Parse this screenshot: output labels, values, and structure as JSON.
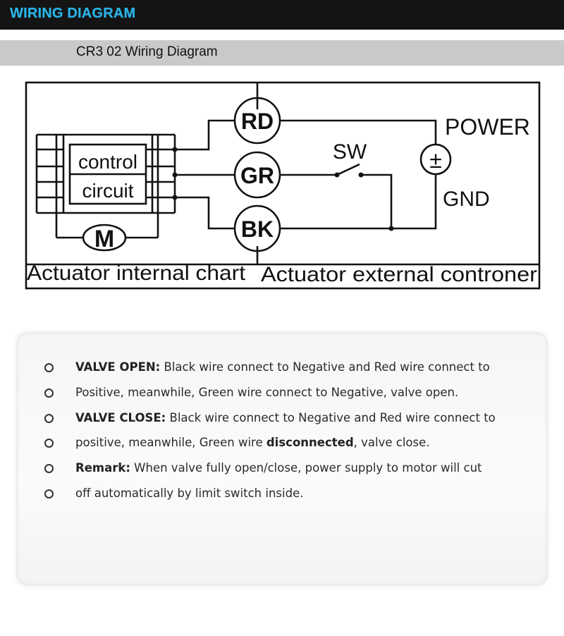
{
  "header": {
    "title": "WIRING DIAGRAM"
  },
  "subheader": {
    "title": "CR3 02 Wiring Diagram"
  },
  "diagram": {
    "terminals": {
      "red": "RD",
      "green": "GR",
      "black": "BK"
    },
    "block_label_line1": "control",
    "block_label_line2": "circuit",
    "motor": "M",
    "switch": "SW",
    "power_label": "POWER",
    "ground_label": "GND",
    "source_symbol": "±",
    "internal_caption": "Actuator internal chart",
    "external_caption": "Actuator external controner"
  },
  "notes": [
    {
      "bold": "VALVE OPEN:",
      "text": " Black wire connect to Negative and Red wire connect to"
    },
    {
      "bold": "",
      "text": "Positive, meanwhile, Green wire connect to Negative, valve open."
    },
    {
      "bold": "VALVE CLOSE:",
      "text": " Black wire connect to Negative and Red wire connect to"
    },
    {
      "bold": "",
      "text": "positive, meanwhile, Green wire ",
      "bold2": "disconnected",
      "text2": ", valve close."
    },
    {
      "bold": "Remark:",
      "text": " When valve fully open/close, power supply to motor will cut"
    },
    {
      "bold": "",
      "text": "off automatically by limit switch inside."
    }
  ]
}
